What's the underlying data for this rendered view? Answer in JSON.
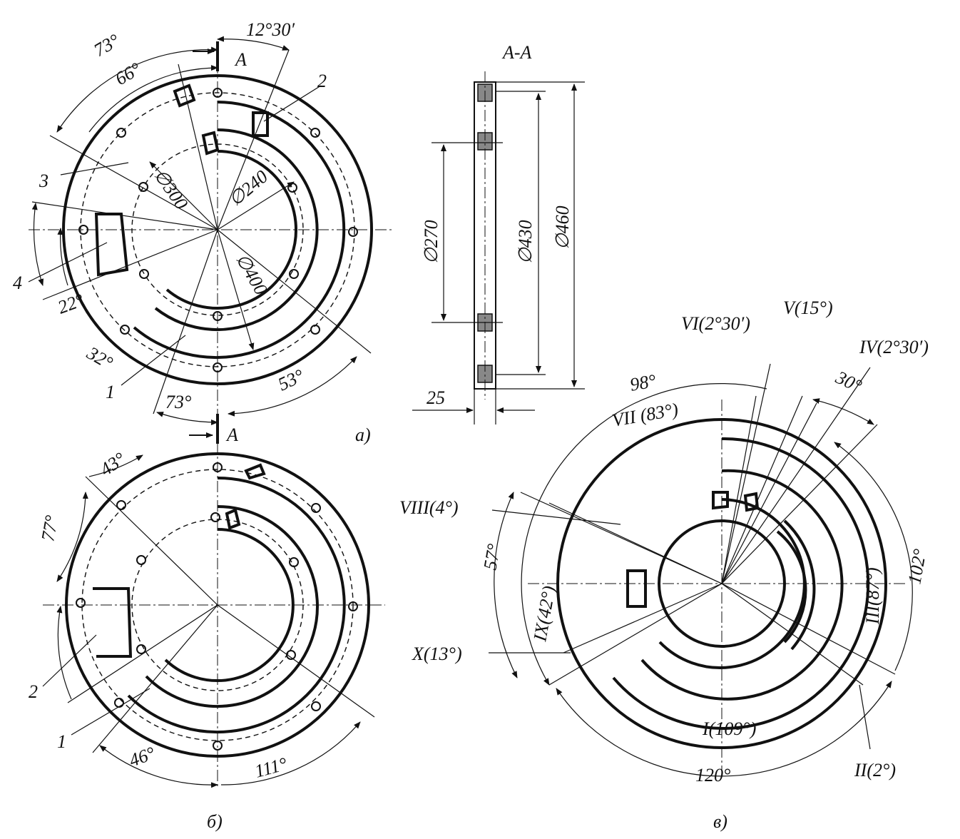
{
  "view_a": {
    "caption": "а)",
    "section_mark_top": "A",
    "section_mark_bottom": "A",
    "diameters": [
      "∅300",
      "∅240",
      "∅400"
    ],
    "angles": [
      "73°",
      "66°",
      "12°30′",
      "22°",
      "32°",
      "73°",
      "53°"
    ],
    "callouts": [
      "1",
      "2",
      "3",
      "4"
    ]
  },
  "section_aa": {
    "title": "A-A",
    "diameters": [
      "∅270",
      "∅430",
      "∅460"
    ],
    "thickness": "25"
  },
  "view_b": {
    "caption": "б)",
    "angles": [
      "43°",
      "77°",
      "46°",
      "111°"
    ],
    "callouts": [
      "1",
      "2"
    ]
  },
  "view_v": {
    "caption": "в)",
    "angles": [
      "98°",
      "30°",
      "57°",
      "102°",
      "120°"
    ],
    "zones": [
      "VI(2°30′)",
      "V(15°)",
      "IV(2°30′)",
      "VII (83°)",
      "VIII(4°)",
      "IX(42°)",
      "X(13°)",
      "III(87°)",
      "I(109°)",
      "II(2°)"
    ]
  }
}
